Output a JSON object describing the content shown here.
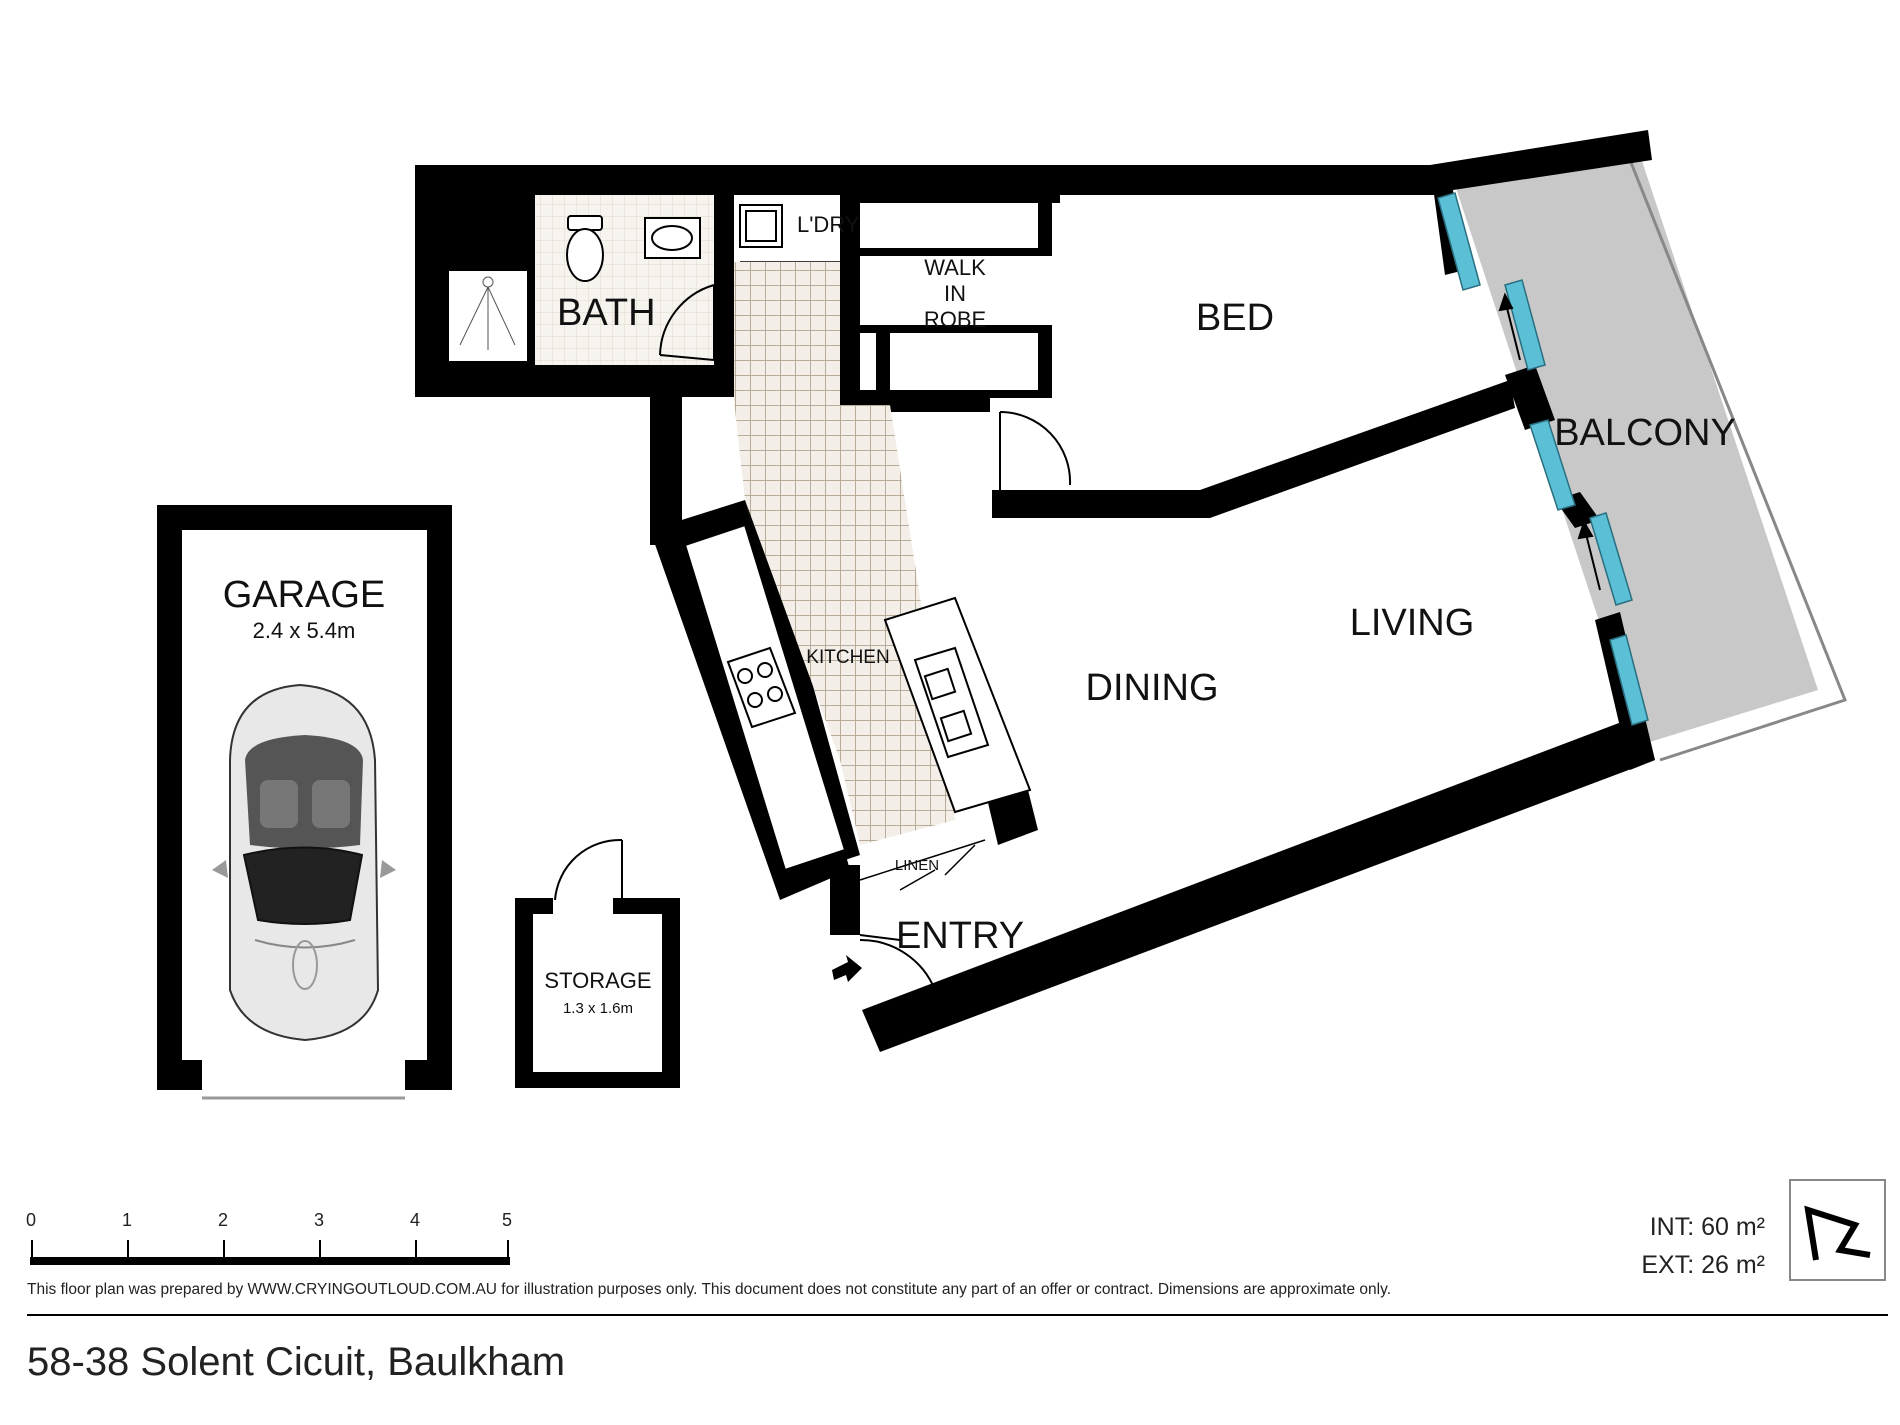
{
  "rooms": {
    "bath": "BATH",
    "laundry": "L'DRY",
    "walk_in_robe": [
      "WALK",
      "IN",
      "ROBE"
    ],
    "bed": "BED",
    "balcony": "BALCONY",
    "garage": "GARAGE",
    "garage_size": "2.4 x 5.4m",
    "kitchen": "KITCHEN",
    "dining": "DINING",
    "living": "LIVING",
    "linen": "LINEN",
    "entry": "ENTRY",
    "storage": "STORAGE",
    "storage_size": "1.3 x 1.6m"
  },
  "scale_bar": {
    "ticks": [
      "0",
      "1",
      "2",
      "3",
      "4",
      "5"
    ]
  },
  "areas": {
    "internal": "INT: 60 m²",
    "external": "EXT: 26 m²"
  },
  "disclaimer": "This floor plan was prepared by WWW.CRYINGOUTLOUD.COM.AU for illustration purposes only. This document does not constitute any part of an offer or contract. Dimensions are approximate only.",
  "address": "58-38 Solent Cicuit, Baulkham",
  "colors": {
    "wall": "#000000",
    "balcony_fill": "#c8c8c8",
    "glass": "#5bbfd6",
    "tile": "#b8ab98"
  }
}
